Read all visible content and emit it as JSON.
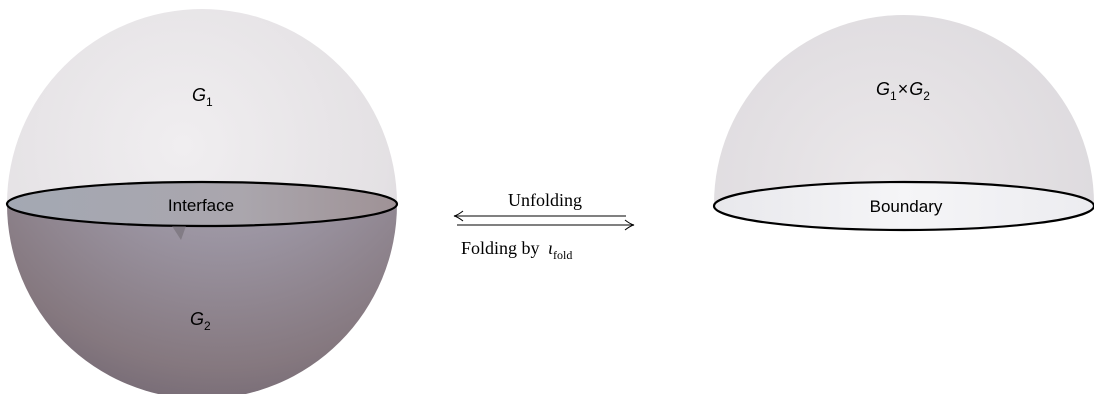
{
  "left_sphere": {
    "top_label_var": "G",
    "top_label_sub": "1",
    "bottom_label_var": "G",
    "bottom_label_sub": "2",
    "equator_label": "Interface"
  },
  "right_hemisphere": {
    "label_var1": "G",
    "label_sub1": "1",
    "label_times": "×",
    "label_var2": "G",
    "label_sub2": "2",
    "disk_label": "Boundary"
  },
  "arrows": {
    "top_label": "Unfolding",
    "bottom_label_prefix": "Folding by",
    "bottom_label_symbol": "ι",
    "bottom_label_sub": "fold"
  },
  "colors": {
    "upper_sphere": "#e8e5e8",
    "lower_sphere": "#8f8792",
    "interface_disk": "#a8a9b3",
    "boundary_disk": "#f2f2f4",
    "outline": "#000000"
  }
}
